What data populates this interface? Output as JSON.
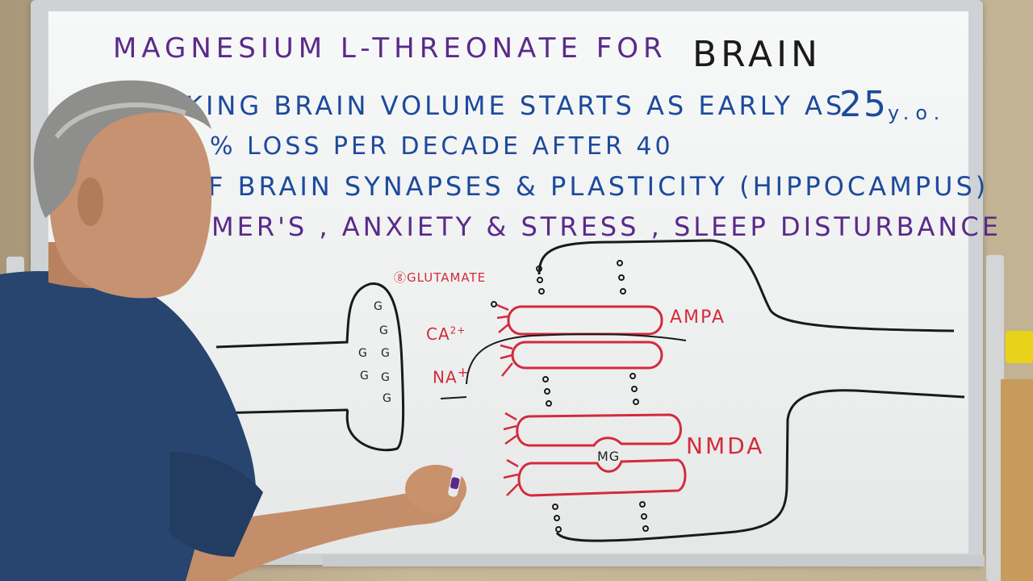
{
  "board": {
    "title": "MAGNESIUM  L-THREONATE  FOR",
    "title_emphasis": "BRAIN",
    "line1": "KING  BRAIN  VOLUME  STARTS  AS EARLY  AS",
    "line1_age": "25",
    "line1_unit": "y.o.",
    "line2": "% LOSS  PER  DECADE  AFTER  40",
    "line3": "F  BRAIN  SYNAPSES  &  PLASTICITY (HIPPOCAMPUS)",
    "line4": "MER'S ,  ANXIETY  & STRESS ,  SLEEP  DISTURBANCE"
  },
  "diagram": {
    "glutamate_label": "ⓖGLUTAMATE",
    "vesicle_letter": "G",
    "ampa_label": "AMPA",
    "nmda_label": "NMDA",
    "calcium_label": "CA",
    "calcium_charge": "2+",
    "sodium_label": "NA",
    "sodium_charge": "+",
    "magnesium_label": "MG"
  },
  "colors": {
    "purple_marker": "#5a2a8a",
    "blue_marker": "#1c4a9c",
    "red_marker": "#d42a3c",
    "black_marker": "#1a1a1a",
    "shirt": "#27456e"
  }
}
